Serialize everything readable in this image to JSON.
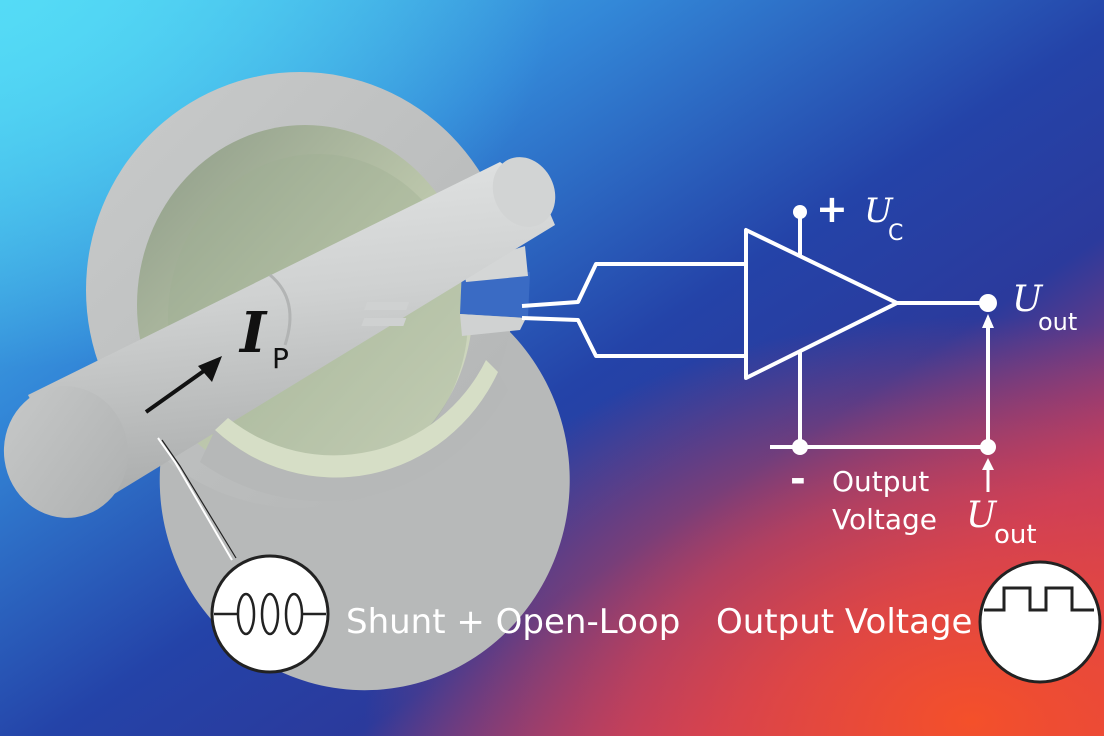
{
  "primary_current": {
    "symbol": "I",
    "subscript": "P"
  },
  "supply": {
    "sign": "+",
    "symbol": "U",
    "subscript": "C"
  },
  "output": {
    "symbol": "U",
    "subscript": "out"
  },
  "negative_terminal": {
    "sign": "-",
    "caption_line1": "Output",
    "caption_line2": "Voltage"
  },
  "measured_output": {
    "symbol": "U",
    "subscript": "out"
  },
  "caption": {
    "left": "Shunt + Open-Loop",
    "right": "Output Voltage"
  },
  "colors": {
    "background_top_left": "#4ccff0",
    "background_middle": "#2541a6",
    "background_bottom_right": "#f04a2e",
    "conductor": "#c4c6c6",
    "core": "#c3c5c5",
    "wire": "#ffffff"
  },
  "icons": {
    "shunt": "coil-icon",
    "output": "square-wave-icon",
    "current_direction": "arrow-icon"
  }
}
